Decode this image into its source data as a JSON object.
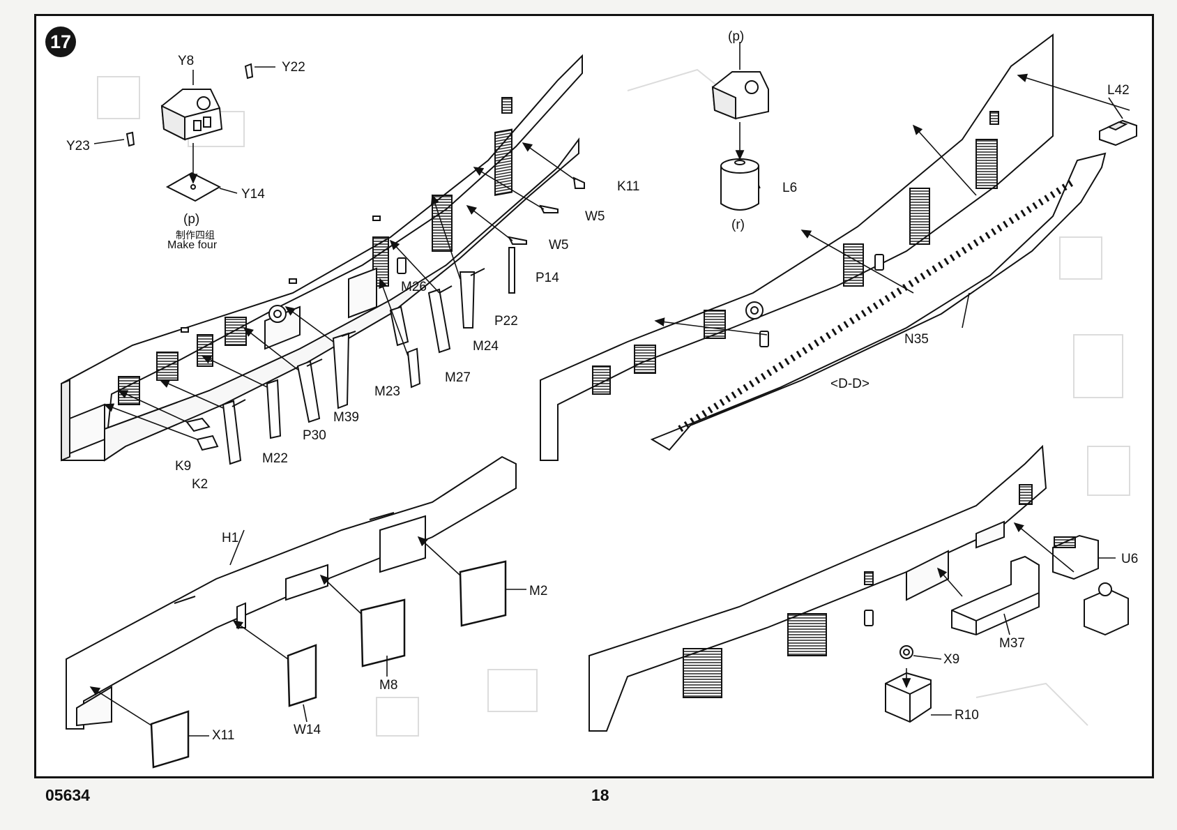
{
  "step": "17",
  "footer": {
    "code": "05634",
    "page": "18"
  },
  "labels": {
    "Y8": "Y8",
    "Y22": "Y22",
    "Y23": "Y23",
    "Y14": "Y14",
    "p1": "(p)",
    "make_cn": "制作四组",
    "make_en": "Make four",
    "K11": "K11",
    "W5a": "W5",
    "W5b": "W5",
    "P14": "P14",
    "M26": "M26",
    "P22": "P22",
    "M24": "M24",
    "M27": "M27",
    "M23": "M23",
    "M39": "M39",
    "P30": "P30",
    "M22": "M22",
    "K9": "K9",
    "K2": "K2",
    "p2": "(p)",
    "L6": "L6",
    "r": "(r)",
    "L42": "L42",
    "N35": "N35",
    "DD": "<D-D>",
    "H1": "H1",
    "M2": "M2",
    "M8": "M8",
    "W14": "W14",
    "X11": "X11",
    "U6": "U6",
    "M37": "M37",
    "X9": "X9",
    "R10": "R10"
  },
  "colors": {
    "ink": "#111111",
    "paper": "#ffffff",
    "badge": "#151515",
    "ghost": "#dcdcdc"
  }
}
